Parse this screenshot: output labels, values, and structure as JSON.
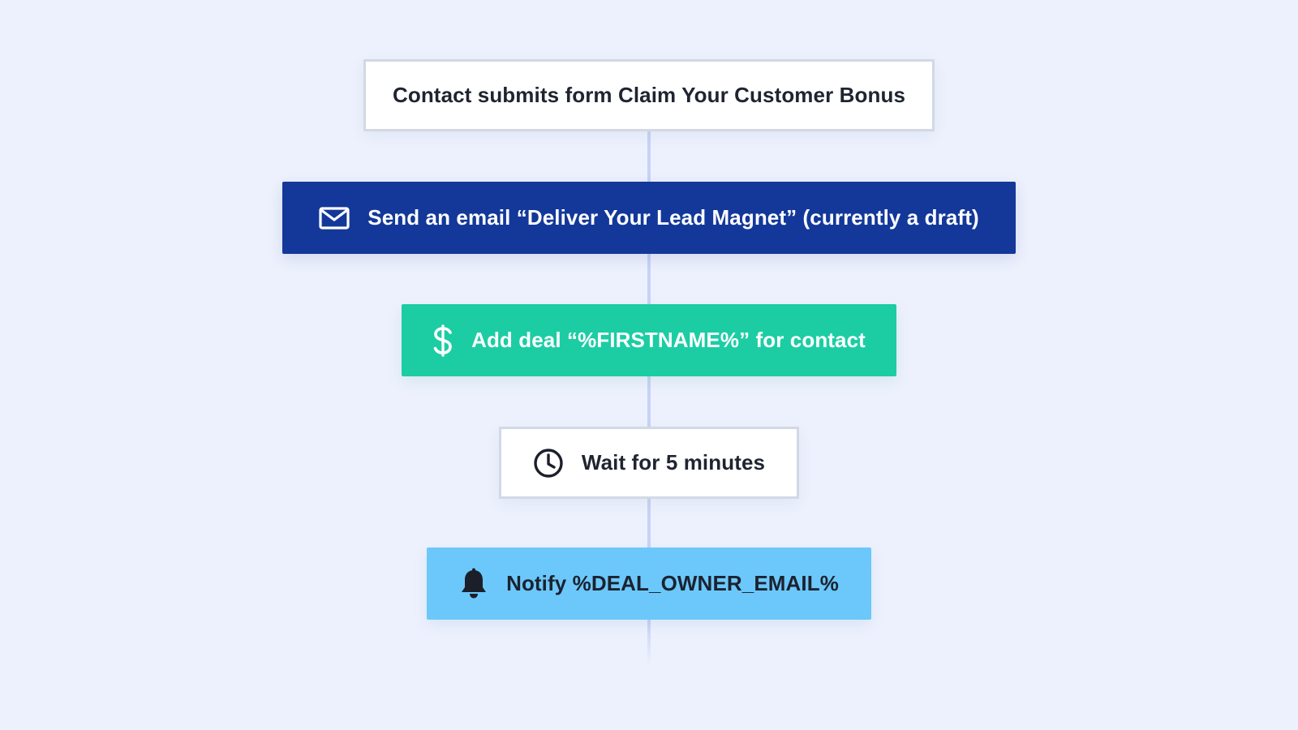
{
  "workflow": {
    "steps": [
      {
        "id": "trigger",
        "label": "Contact submits form Claim Your Customer Bonus",
        "icon": ""
      },
      {
        "id": "email",
        "label": "Send an email “Deliver Your Lead Magnet” (currently a draft)",
        "icon": "envelope-icon"
      },
      {
        "id": "deal",
        "label": "Add deal “%FIRSTNAME%” for contact",
        "icon": "dollar-icon"
      },
      {
        "id": "wait",
        "label": "Wait for 5 minutes",
        "icon": "clock-icon"
      },
      {
        "id": "notify",
        "label": "Notify %DEAL_OWNER_EMAIL%",
        "icon": "bell-icon"
      }
    ]
  },
  "colors": {
    "background": "#edf1fd",
    "connector": "#c7d3f5",
    "email_block": "#13389a",
    "deal_block": "#1ccda4",
    "notify_block": "#6cc8fa",
    "neutral_block": "#ffffff",
    "neutral_border": "#d3d8e6"
  }
}
